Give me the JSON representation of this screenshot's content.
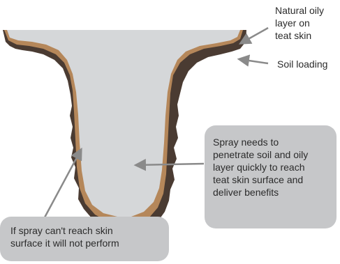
{
  "labels": {
    "natural_oily_layer": "Natural oily\nlayer on\nteat skin",
    "soil_loading": "Soil loading"
  },
  "callouts": {
    "spray_penetrate": "Spray needs to\npenetrate soil and oily\nlayer quickly to reach\nteat skin surface and\ndeliver benefits",
    "spray_perform": "If spray can't reach skin\nsurface it will not perform"
  },
  "colors": {
    "teat_fill": "#d5d7d9",
    "oily_layer": "#b5875a",
    "soil_layer": "#4a3b32",
    "callout_bg": "#c6c7c9",
    "arrow": "#8a8a8a",
    "text": "#2b2b2b"
  }
}
